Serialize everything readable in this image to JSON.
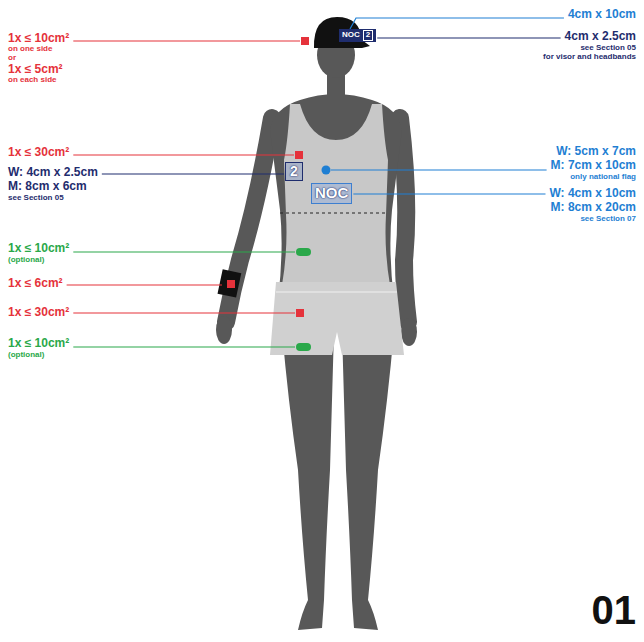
{
  "diagram": {
    "nodes": [
      {
        "text": [
          "NOC"
        ]
      },
      {
        "text": [
          "2"
        ],
        "in": 0
      },
      {
        "text": [
          "2"
        ]
      },
      {
        "text": [
          "NOC"
        ]
      }
    ],
    "labels": [
      "1x ≤ 10cm²",
      "on one side",
      "or",
      "1x ≤ 5cm²",
      "on each side",
      "1x ≤ 30cm²",
      "W: 4cm x 2.5cm",
      "M: 8cm x 6cm",
      "see Section 05",
      "1x ≤ 10cm²",
      "(optional)",
      "1x ≤ 6cm²",
      "1x ≤ 30cm²",
      "1x ≤ 10cm²",
      "(optional)",
      "4cm x 10cm",
      "4cm x 2.5cm",
      "see Section 05",
      "for visor and headbands",
      "W: 5cm x 7cm",
      "M: 7cm x 10cm",
      "only national flag",
      "W: 4cm x 10cm",
      "M: 8cm x 20cm",
      "see Section 07",
      "01"
    ]
  }
}
